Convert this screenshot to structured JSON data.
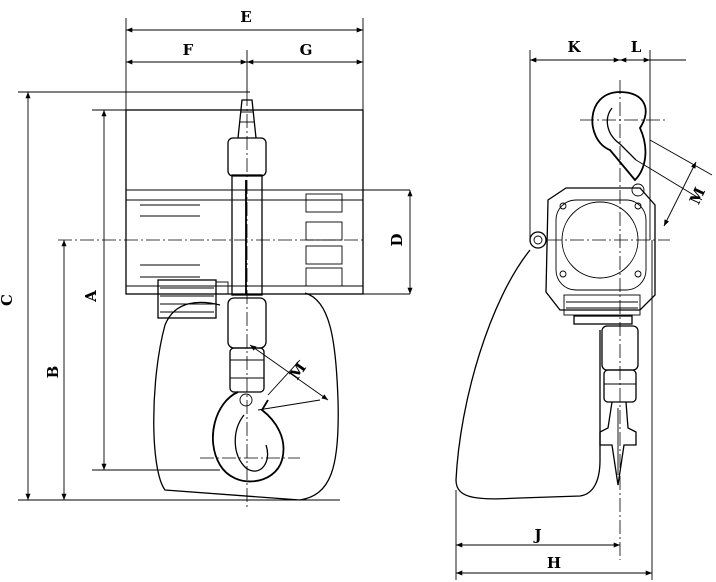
{
  "dimensions": {
    "E": "E",
    "F": "F",
    "G": "G",
    "K": "K",
    "L": "L",
    "C": "C",
    "A": "A",
    "B": "B",
    "D": "D",
    "M_front": "M",
    "M_side": "M",
    "J": "J",
    "H": "H"
  },
  "colors": {
    "line": "#000000",
    "background": "#ffffff"
  }
}
